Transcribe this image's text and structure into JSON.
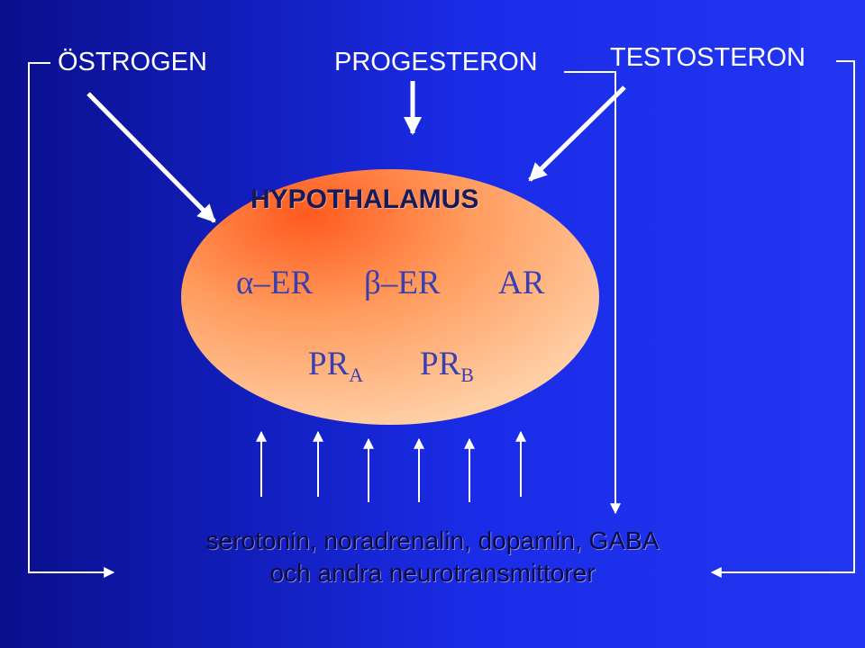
{
  "hormones": {
    "estrogen": "ÖSTROGEN",
    "progesterone": "PROGESTERON",
    "testosterone": "TESTOSTERON"
  },
  "hypothalamus": {
    "title": "HYPOTHALAMUS",
    "receptors": {
      "alpha_er": "α–ER",
      "beta_er": "β–ER",
      "ar": "AR",
      "pr_a_base": "PR",
      "pr_a_sub": "A",
      "pr_b_base": "PR",
      "pr_b_sub": "B"
    }
  },
  "neurotransmitters": {
    "line1": "serotonin, noradrenalin, dopamin, GABA",
    "line2": "och andra neurotransmittorer"
  },
  "colors": {
    "background_left": "#0a0f8c",
    "background_right": "#2236f2",
    "ellipse_center": "#ff6a2a",
    "ellipse_edge": "#ffc89a",
    "arrows": "#ffffff"
  }
}
